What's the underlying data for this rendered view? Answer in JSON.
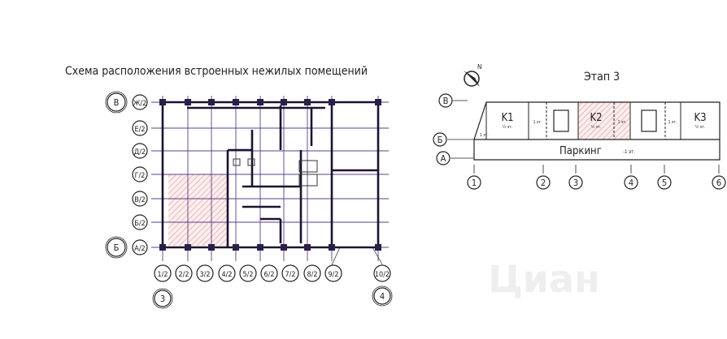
{
  "plan": {
    "title": "Схема расположения встроенных нежилых помещений",
    "column_axes": [
      "1/2",
      "2/2",
      "3/2",
      "4/2",
      "5/2",
      "6/2",
      "7/2",
      "8/2",
      "9/2",
      "10/2"
    ],
    "row_axes": [
      "Ж/2",
      "Е/2",
      "Д/2",
      "Г/2",
      "В/2",
      "Б/2",
      "А/2"
    ],
    "main_row_axes": [
      "В",
      "Б"
    ],
    "main_column_axes": [
      "3",
      "4"
    ],
    "grid_color": "#5b3c8c",
    "hatch_color": "#e8a0a0"
  },
  "stage": {
    "title": "Этап 3",
    "north_label": "N",
    "row_axes": [
      "В",
      "Б",
      "А"
    ],
    "column_axes": [
      "1",
      "2",
      "3",
      "4",
      "5",
      "6"
    ],
    "units": [
      {
        "name": "K1",
        "floors": "½ эт.",
        "highlighted": false
      },
      {
        "name": "",
        "floors": "1 эт.",
        "highlighted": false
      },
      {
        "name": "K2",
        "floors": "½ эт.",
        "highlighted": true
      },
      {
        "name": "",
        "floors": "1 эт.",
        "highlighted": true
      },
      {
        "name": "",
        "floors": "1 эт.",
        "highlighted": false
      },
      {
        "name": "K3",
        "floors": "½ эт.",
        "highlighted": false
      }
    ],
    "corner_label": "1 эт.",
    "parking": {
      "name": "Паркинг",
      "floors": "-1 эт."
    }
  },
  "watermark": "Циан"
}
